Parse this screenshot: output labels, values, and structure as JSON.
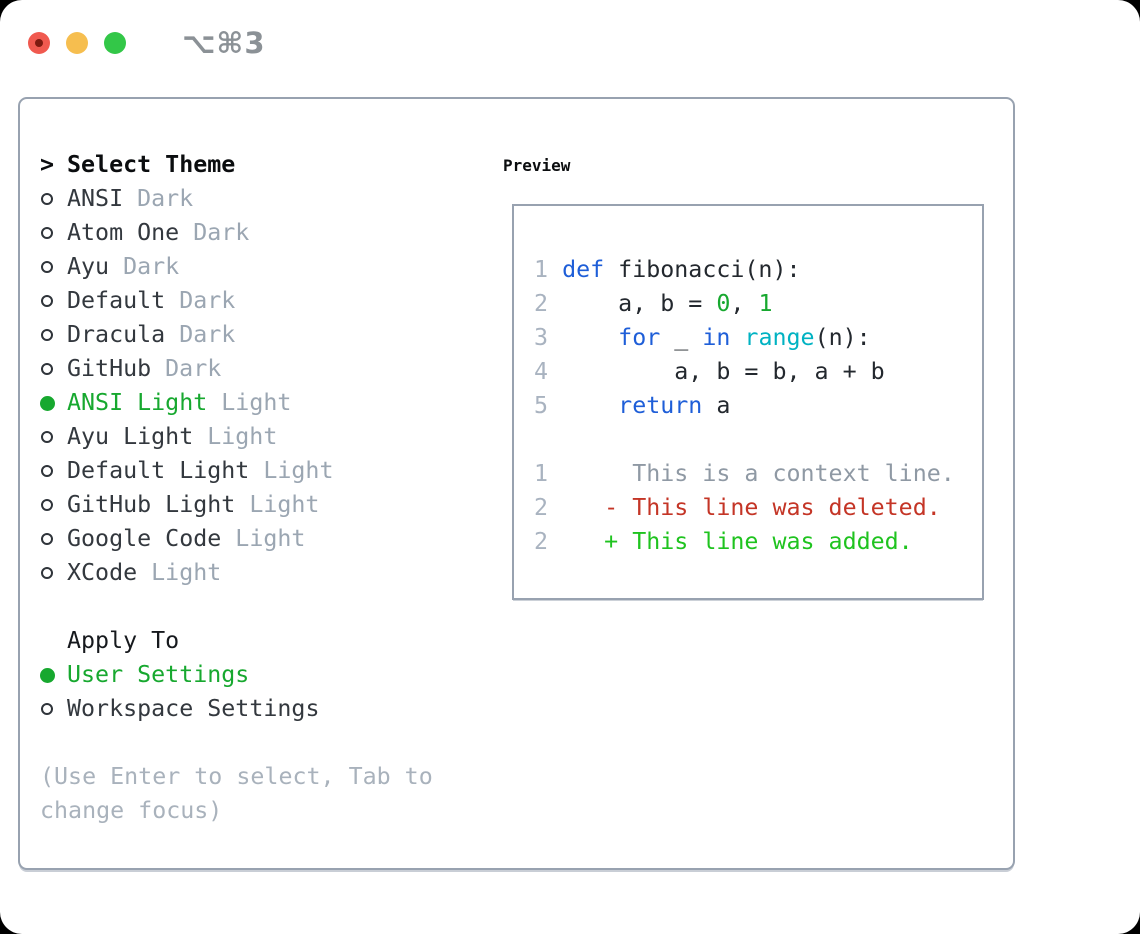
{
  "window": {
    "title": "⌥⌘3",
    "traffic_lights": [
      "close",
      "minimize",
      "zoom"
    ]
  },
  "theme_panel": {
    "heading_prefix": ">",
    "heading": "Select Theme",
    "items": [
      {
        "name": "ANSI",
        "tag": "Dark",
        "selected": false
      },
      {
        "name": "Atom One",
        "tag": "Dark",
        "selected": false
      },
      {
        "name": "Ayu",
        "tag": "Dark",
        "selected": false
      },
      {
        "name": "Default",
        "tag": "Dark",
        "selected": false
      },
      {
        "name": "Dracula",
        "tag": "Dark",
        "selected": false
      },
      {
        "name": "GitHub",
        "tag": "Dark",
        "selected": false
      },
      {
        "name": "ANSI Light",
        "tag": "Light",
        "selected": true
      },
      {
        "name": "Ayu Light",
        "tag": "Light",
        "selected": false
      },
      {
        "name": "Default Light",
        "tag": "Light",
        "selected": false
      },
      {
        "name": "GitHub Light",
        "tag": "Light",
        "selected": false
      },
      {
        "name": "Google Code",
        "tag": "Light",
        "selected": false
      },
      {
        "name": "XCode",
        "tag": "Light",
        "selected": false
      }
    ],
    "apply_to": {
      "heading": "Apply To",
      "options": [
        {
          "label": "User Settings",
          "selected": true
        },
        {
          "label": "Workspace Settings",
          "selected": false
        }
      ]
    },
    "help_text": "(Use Enter to select, Tab to change focus)"
  },
  "preview": {
    "heading": "Preview",
    "code_lines": [
      {
        "num": "1",
        "segs": [
          {
            "t": "def",
            "c": "kw"
          },
          {
            "t": " fibonacci(n):",
            "c": "fg"
          }
        ]
      },
      {
        "num": "2",
        "segs": [
          {
            "t": "    a, b = ",
            "c": "fg"
          },
          {
            "t": "0",
            "c": "num"
          },
          {
            "t": ", ",
            "c": "fg"
          },
          {
            "t": "1",
            "c": "num"
          }
        ]
      },
      {
        "num": "3",
        "segs": [
          {
            "t": "    ",
            "c": "fg"
          },
          {
            "t": "for",
            "c": "kw"
          },
          {
            "t": " _ ",
            "c": "fg"
          },
          {
            "t": "in",
            "c": "kw"
          },
          {
            "t": " ",
            "c": "fg"
          },
          {
            "t": "range",
            "c": "fn"
          },
          {
            "t": "(n):",
            "c": "fg"
          }
        ]
      },
      {
        "num": "4",
        "segs": [
          {
            "t": "        a, b = b, a + b",
            "c": "fg"
          }
        ]
      },
      {
        "num": "5",
        "segs": [
          {
            "t": "    ",
            "c": "fg"
          },
          {
            "t": "return",
            "c": "kw"
          },
          {
            "t": " a",
            "c": "fg"
          }
        ]
      }
    ],
    "diff_lines": [
      {
        "num": "1",
        "segs": [
          {
            "t": "     This is a context line.",
            "c": "ctx"
          }
        ]
      },
      {
        "num": "2",
        "segs": [
          {
            "t": "   ",
            "c": "fg"
          },
          {
            "t": "- This line was deleted.",
            "c": "del"
          }
        ]
      },
      {
        "num": "2",
        "segs": [
          {
            "t": "   ",
            "c": "fg"
          },
          {
            "t": "+ This line was added.",
            "c": "add"
          }
        ]
      }
    ],
    "colors": {
      "keyword_blue": "#1e5ed8",
      "function_cyan": "#00b2c2",
      "number_green": "#17a82f",
      "foreground": "#23282e",
      "context_gray": "#8f99a4",
      "deleted_red": "#c43526",
      "added_green": "#1fc31f",
      "line_number_gray": "#a9b3c0"
    }
  },
  "accent_colors": {
    "selection_green": "#17a82f",
    "tag_gray": "#9ba6b2",
    "help_gray": "#a9b2bc",
    "panel_border": "#98a2b0",
    "traffic_red": "#f0594f",
    "traffic_yellow": "#f6be4f",
    "traffic_green": "#33c748",
    "title_gray": "#8b9196"
  }
}
